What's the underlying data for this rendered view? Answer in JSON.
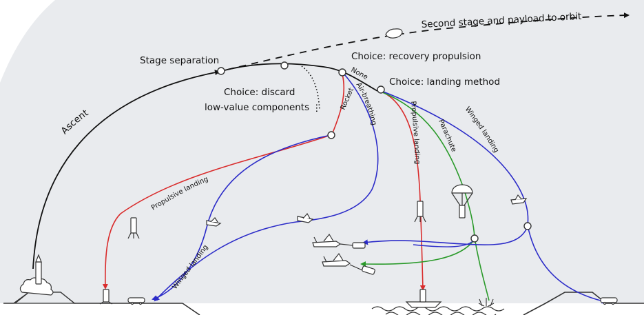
{
  "labels": {
    "ascent": "Ascent",
    "stage_separation": "Stage separation",
    "orbit": "Second stage and payload to orbit",
    "discard_line1": "Choice: discard",
    "discard_line2": "low-value components",
    "recovery_propulsion": "Choice: recovery propulsion",
    "landing_method": "Choice: landing method",
    "none": "None",
    "rocket": "Rocket",
    "air_breathing": "Air-breathing",
    "propulsive_landing_left": "Propulsive landing",
    "winged_landing_left": "Winged landing",
    "propulsive_landing_right": "Propulsive landing",
    "parachute": "Parachute",
    "winged_landing_right": "Winged landing"
  },
  "colors": {
    "background": "#e9ebee",
    "black_path": "#111111",
    "rocket_path": "#d92b2b",
    "air_breathing_path": "#2b2bc8",
    "parachute_path": "#2a9a2a",
    "ground": "#333333"
  },
  "icons": [
    "launch-pad-icon",
    "rocket-booster-icon",
    "winged-booster-icon",
    "parachute-icon",
    "aircraft-capture-icon",
    "ocean-ship-icon",
    "runway-hangar-icon",
    "payload-capsule-icon"
  ]
}
